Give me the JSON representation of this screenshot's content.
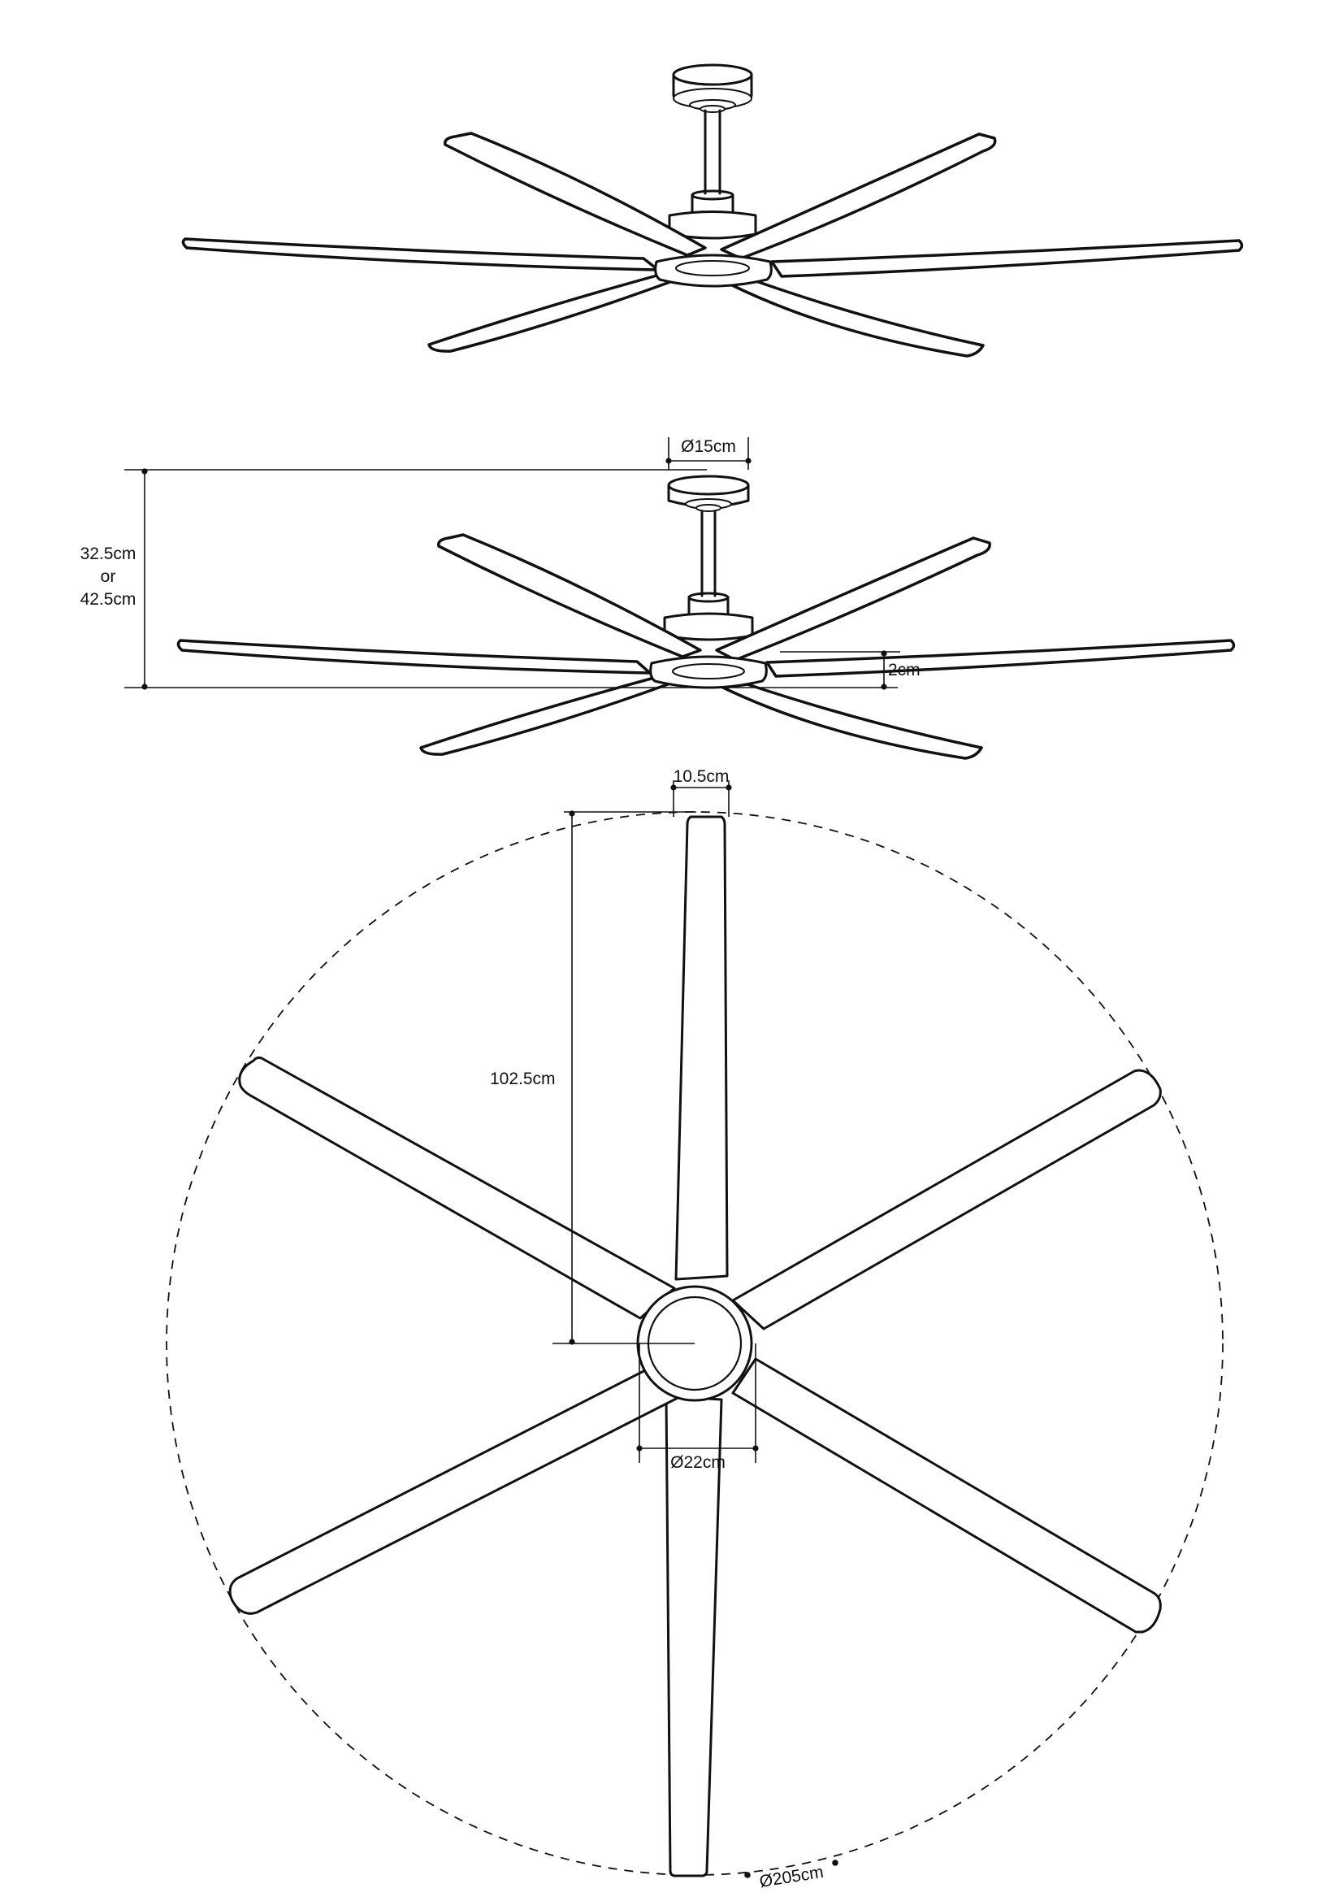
{
  "dimensions": {
    "canopy_diameter": "Ø15cm",
    "height_line1": "32.5cm",
    "height_line2": "or",
    "height_line3": "42.5cm",
    "hub_thickness": "2cm",
    "blade_width": "10.5cm",
    "blade_length": "102.5cm",
    "hub_diameter": "Ø22cm",
    "sweep_diameter": "Ø205cm"
  },
  "colors": {
    "line": "#111111",
    "background": "#ffffff"
  }
}
